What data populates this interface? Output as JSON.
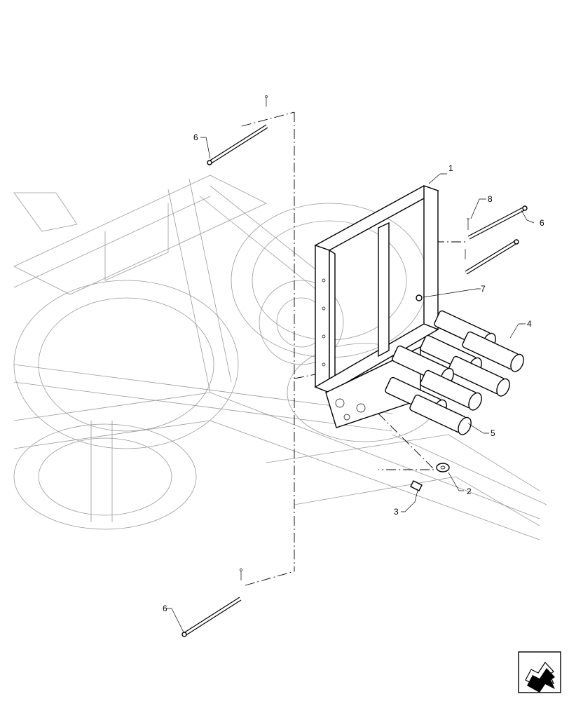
{
  "callouts": {
    "c1": "1",
    "c2": "2",
    "c3": "3",
    "c4": "4",
    "c5": "5",
    "c6a": "6",
    "c6b": "6",
    "c6c": "6",
    "c7": "7",
    "c8": "8"
  },
  "nav_icon": "page-arrow-icon"
}
